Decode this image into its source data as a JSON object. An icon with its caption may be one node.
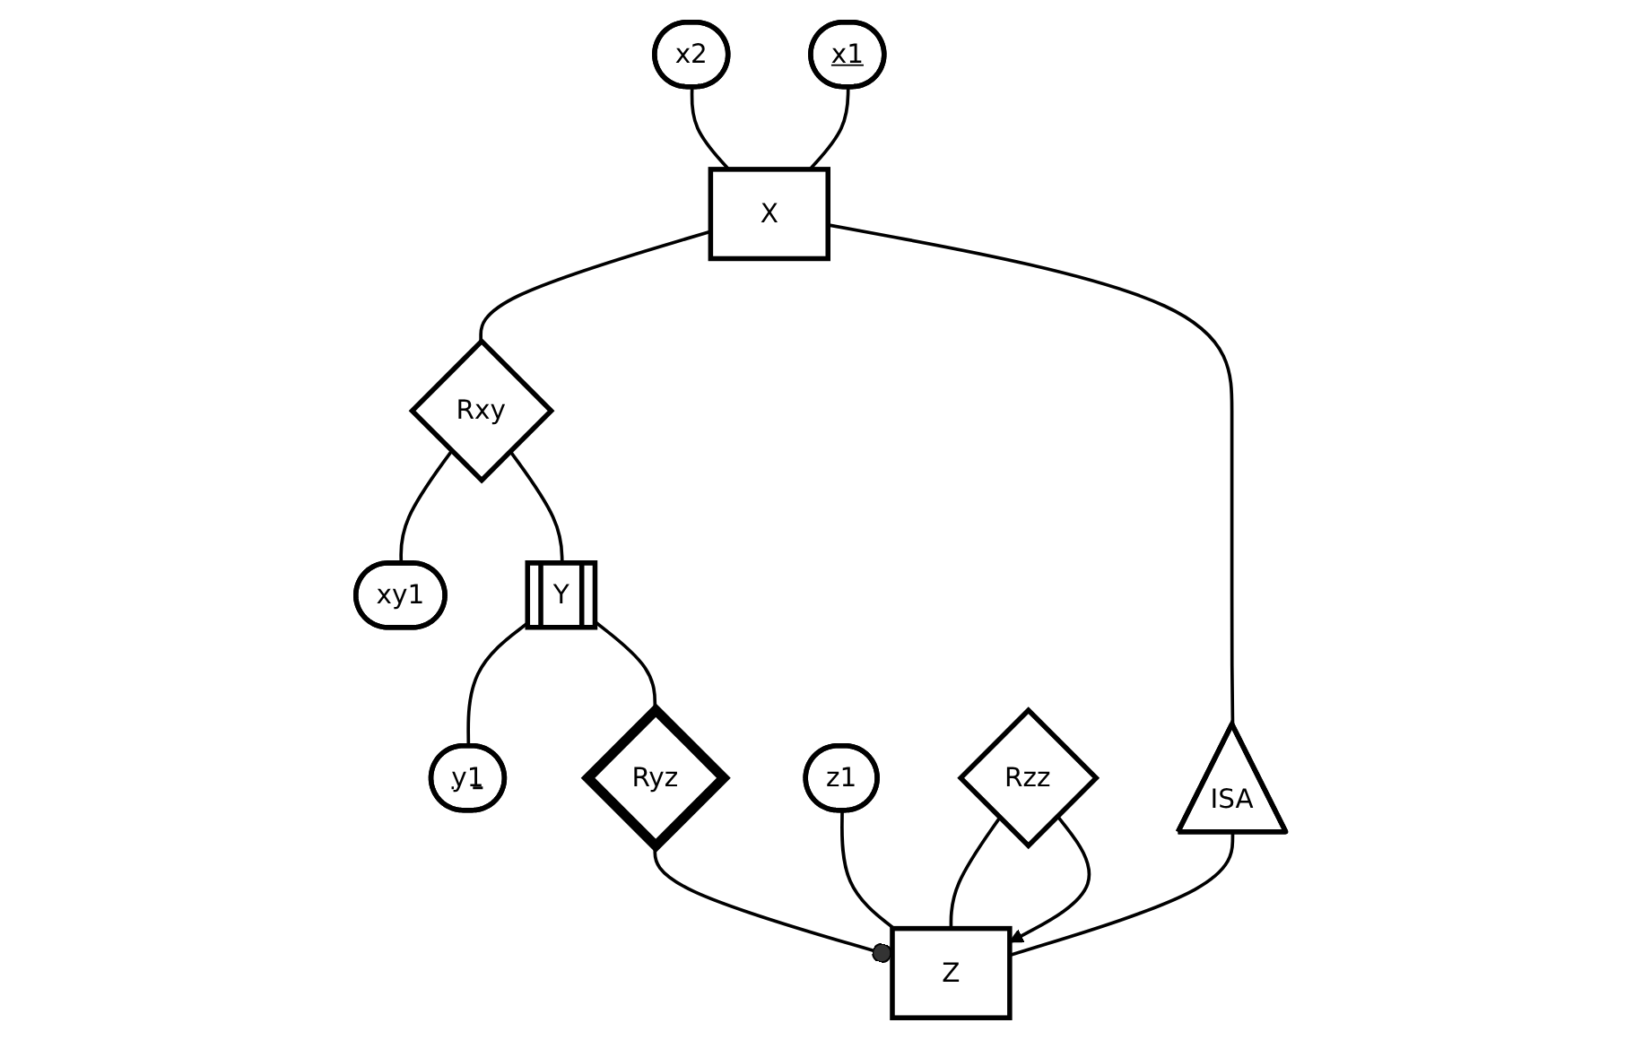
{
  "diagram": {
    "nodes": [
      {
        "text": [
          "x2"
        ]
      },
      {
        "text": [
          "X"
        ]
      },
      {
        "text": [
          "Rxy"
        ]
      },
      {
        "text": [
          "xy1"
        ]
      },
      {
        "text": [
          "x1"
        ]
      },
      {
        "text": [
          "ISA"
        ]
      },
      {
        "text": [
          "Y"
        ]
      },
      {
        "text": [
          "y1"
        ]
      },
      {
        "text": [
          "z1"
        ]
      },
      {
        "text": [
          "Z"
        ]
      },
      {
        "text": [
          "Rzz"
        ]
      },
      {
        "text": [
          "Ryz"
        ]
      }
    ],
    "edges": [
      {
        "from": 0,
        "to": 1,
        "arrow": "none"
      },
      {
        "from": 1,
        "to": 2,
        "arrow": "none"
      },
      {
        "from": 2,
        "to": 3,
        "arrow": "none"
      },
      {
        "from": 4,
        "to": 1,
        "arrow": "none"
      },
      {
        "from": 1,
        "to": 5,
        "arrow": "none"
      },
      {
        "from": 2,
        "to": 6,
        "arrow": "none"
      },
      {
        "from": 6,
        "to": 7,
        "arrow": "none"
      },
      {
        "from": 5,
        "to": 9,
        "arrow": "none"
      },
      {
        "from": 6,
        "to": 11,
        "arrow": "none"
      },
      {
        "from": 8,
        "to": 9,
        "arrow": "none"
      },
      {
        "from": 10,
        "to": 9,
        "arrow": "none"
      },
      {
        "from": 10,
        "to": 9,
        "arrow": "to"
      },
      {
        "from": 11,
        "to": 9,
        "arrow": "other"
      }
    ]
  }
}
